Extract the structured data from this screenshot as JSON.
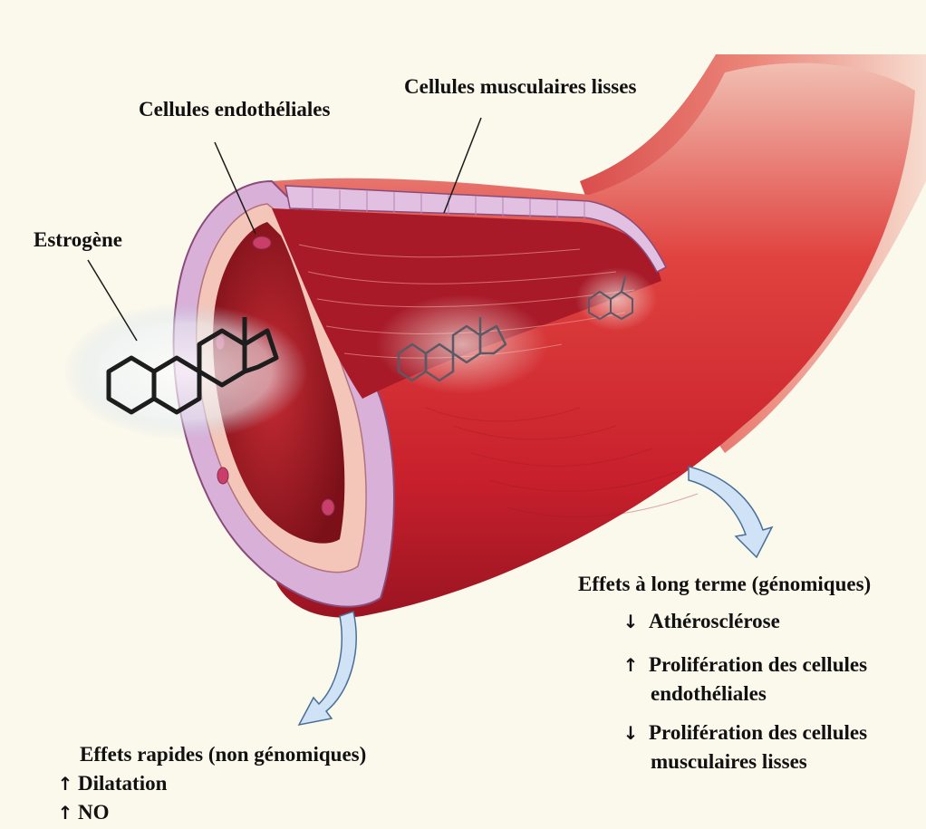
{
  "labels": {
    "endothelial": "Cellules endothéliales",
    "smooth_muscle": "Cellules musculaires lisses",
    "estrogen": "Estrogène"
  },
  "rapid": {
    "title": "Effets rapides (non génomiques)",
    "items": [
      {
        "direction": "up",
        "text": "Dilatation"
      },
      {
        "direction": "up",
        "text": "NO"
      }
    ]
  },
  "long_term": {
    "title": "Effets à long terme (génomiques)",
    "items": [
      {
        "direction": "down",
        "line1": "Athérosclérose",
        "line2": ""
      },
      {
        "direction": "up",
        "line1": "Prolifération des cellules",
        "line2": "endothéliales"
      },
      {
        "direction": "down",
        "line1": "Prolifération des cellules",
        "line2": "musculaires lisses"
      }
    ]
  },
  "colors": {
    "vessel_red": "#c8202c",
    "vessel_dark": "#8e1020",
    "lumen": "#9c1a24",
    "lining_purple": "#d9b0d8",
    "endothelium_pink": "#f3c6b9",
    "arrow_fill": "#cfe2f6",
    "arrow_stroke": "#4a6f96"
  }
}
